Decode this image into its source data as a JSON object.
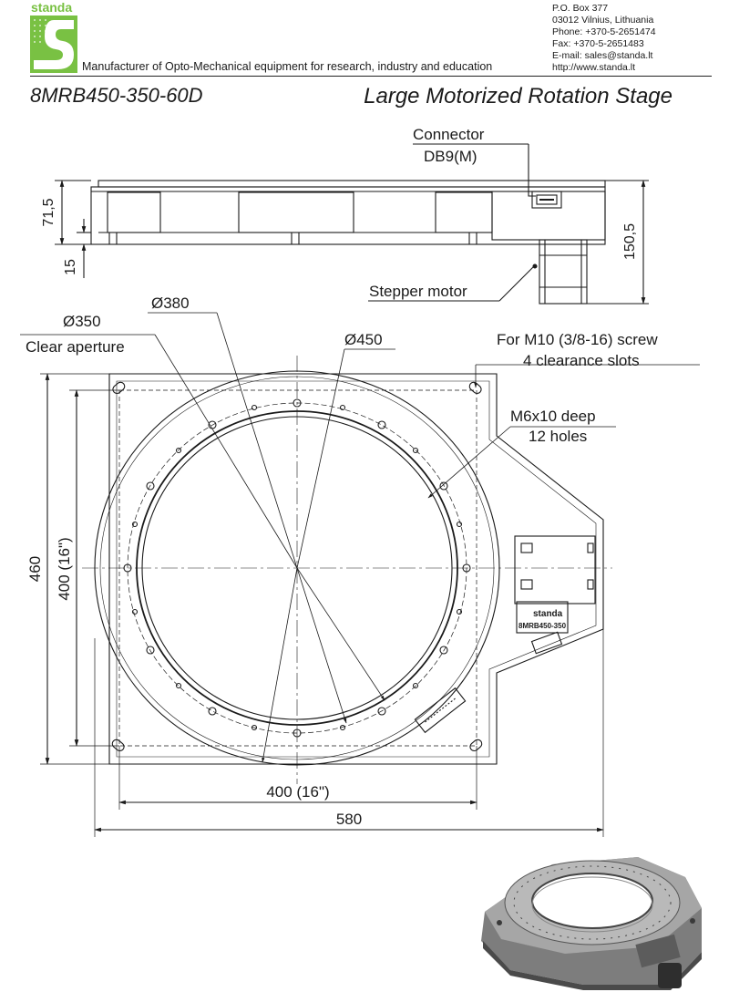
{
  "header": {
    "logo_text": "standa",
    "tagline": "Manufacturer of Opto-Mechanical equipment for research, industry and education",
    "contact": [
      "P.O. Box 377",
      "03012 Vilnius, Lithuania",
      "Phone: +370-5-2651474",
      "Fax: +370-5-2651483",
      "E-mail: sales@standa.lt",
      "http://www.standa.lt"
    ]
  },
  "title": {
    "model": "8MRB450-350-60D",
    "product": "Large Motorized Rotation Stage"
  },
  "side_view": {
    "connector_label": "Connector",
    "connector_type": "DB9(M)",
    "motor_label": "Stepper motor",
    "dim_height": "71,5",
    "dim_base": "15",
    "dim_total": "150,5"
  },
  "top_view": {
    "dia_aperture": "Ø350",
    "aperture_label": "Clear aperture",
    "dia_inner_ring": "Ø380",
    "dia_outer": "Ø450",
    "slots_label_1": "For M10 (3/8-16) screw",
    "slots_label_2": "4 clearance slots",
    "holes_label_1": "M6x10 deep",
    "holes_label_2": "12 holes",
    "dim_height_460": "460",
    "dim_hole_spacing_v": "400 (16\")",
    "dim_hole_spacing_h": "400 (16\")",
    "dim_width_580": "580",
    "plate_brand": "standa",
    "plate_model": "8MRB450-350"
  },
  "colors": {
    "brand_green": "#79c143",
    "line": "#1a1a1a",
    "render_gray": "#8c8c8c"
  }
}
